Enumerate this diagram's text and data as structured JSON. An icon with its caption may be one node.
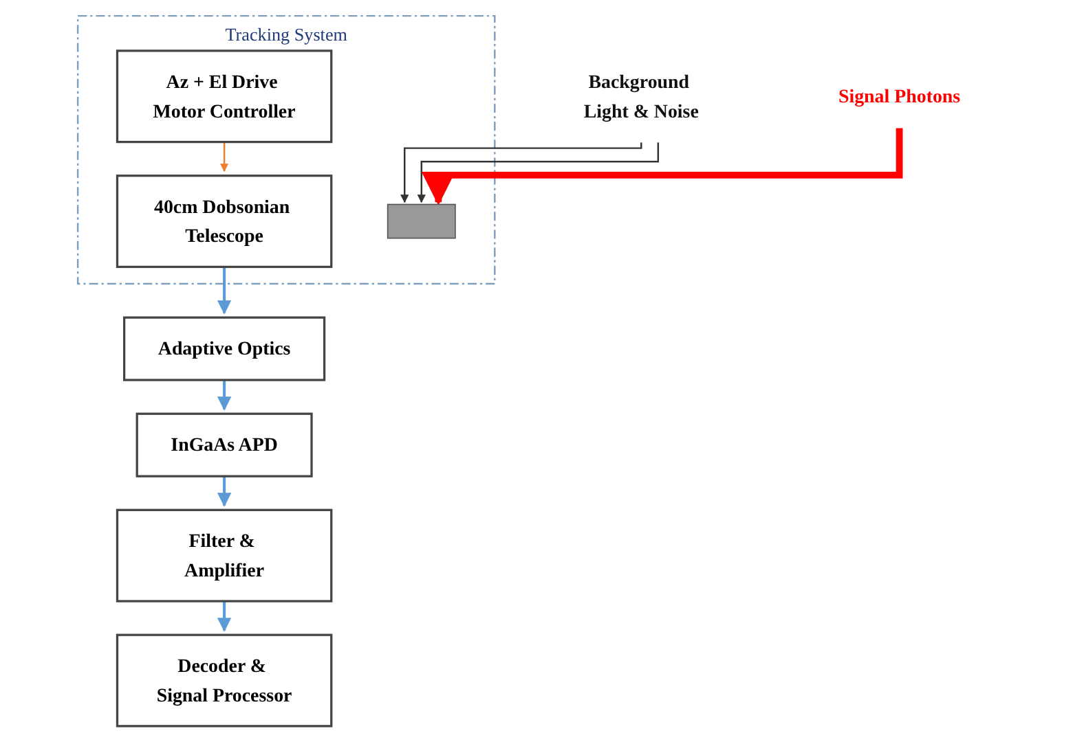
{
  "diagram": {
    "nodes": [
      {
        "text": [
          "Tracking System"
        ]
      },
      {
        "text": [
          "40cm Dobsonian Telescope"
        ],
        "in": 0
      },
      {
        "text": [],
        "shape": "bar",
        "in": 0
      },
      {
        "text": [
          "Az + El Drive Motor Controller"
        ],
        "in": 0
      },
      {
        "text": [
          "Adaptive Optics"
        ]
      },
      {
        "text": [
          "InGaAs APD"
        ]
      },
      {
        "text": [
          "Filter & Amplifier"
        ]
      },
      {
        "text": [
          "Decoder & Signal Processor"
        ]
      },
      {
        "text": [
          "Background Light & Noise"
        ]
      },
      {
        "text": [
          "Signal Photons"
        ]
      }
    ],
    "edges": [
      {
        "from": 8,
        "to": 2,
        "arrow": "to",
        "color": "#333333"
      },
      {
        "from": 8,
        "to": 2,
        "arrow": "to",
        "color": "#333333"
      },
      {
        "from": 9,
        "to": 2,
        "arrow": "to",
        "style": "thick",
        "color": "#ff0000"
      },
      {
        "from": 3,
        "to": 1,
        "arrow": "to",
        "color": "#ed7d31"
      },
      {
        "from": 1,
        "to": 4,
        "arrow": "to"
      },
      {
        "from": 4,
        "to": 5,
        "arrow": "to"
      },
      {
        "from": 5,
        "to": 6,
        "arrow": "to"
      },
      {
        "from": 6,
        "to": 7,
        "arrow": "to"
      }
    ]
  }
}
